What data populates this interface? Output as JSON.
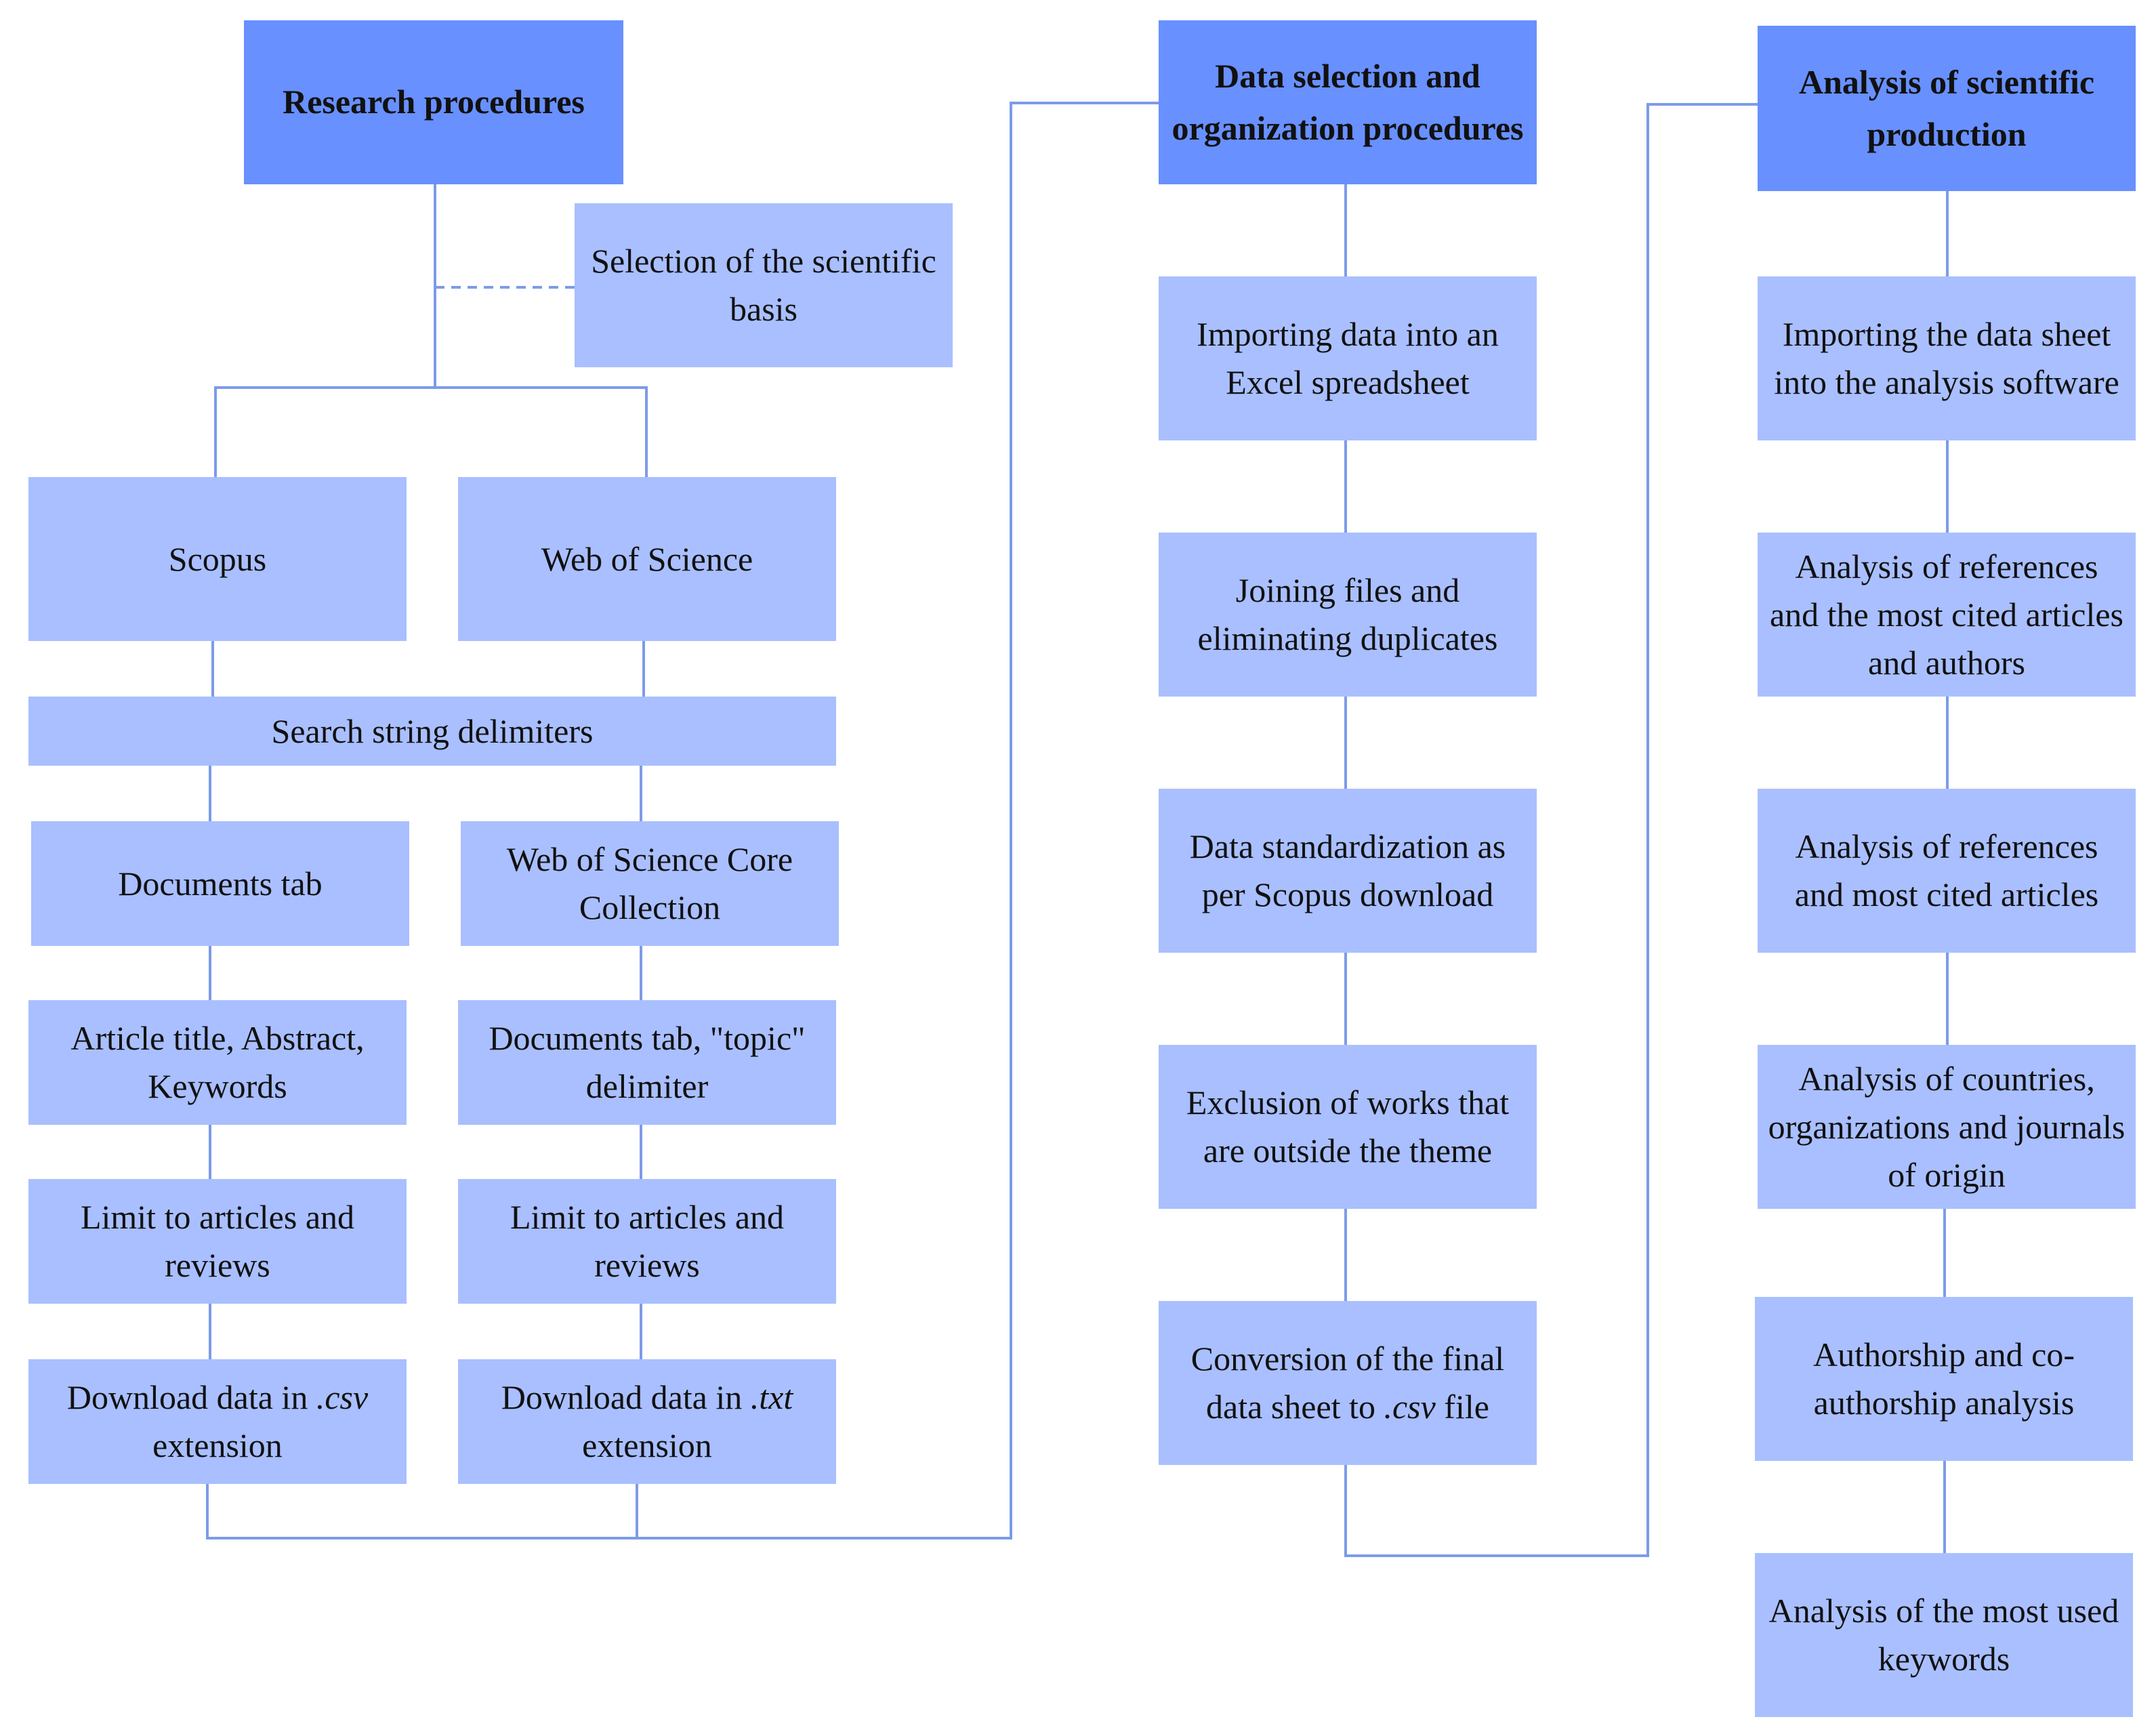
{
  "columns": {
    "research": {
      "header": "Research procedures",
      "basis": "Selection of the scientific basis",
      "scopus": "Scopus",
      "wos": "Web of Science",
      "delimiters": "Search string delimiters",
      "scopus_steps": [
        "Documents tab",
        "Article title, Abstract, Keywords",
        "Limit to articles and reviews"
      ],
      "scopus_download": {
        "prefix": "Download data in ",
        "ext": ".csv",
        "suffix": " extension"
      },
      "wos_steps": [
        "Web of Science Core Collection",
        "Documents tab, \"topic\" delimiter",
        "Limit to articles and reviews"
      ],
      "wos_download": {
        "prefix": "Download data in ",
        "ext": ".txt",
        "suffix": " extension"
      }
    },
    "selection": {
      "header": "Data selection and organization procedures",
      "steps": [
        "Importing data into an Excel spreadsheet",
        "Joining files and eliminating duplicates",
        "Data standardization as per Scopus download",
        "Exclusion of works that are outside the theme"
      ],
      "final": {
        "prefix": "Conversion of the final data sheet to ",
        "ext": ".csv",
        "suffix": " file"
      }
    },
    "analysis": {
      "header": "Analysis of scientific production",
      "steps": [
        "Importing the data sheet into the analysis software",
        "Analysis of references and the most cited articles and authors",
        "Analysis of references and most cited articles",
        "Analysis of countries, organizations and journals of origin",
        "Authorship and co-authorship analysis",
        "Analysis of the most used keywords"
      ]
    }
  },
  "colors": {
    "header_fill": "#6890ff",
    "step_fill": "#a9bfff",
    "connector": "#7c9be8"
  }
}
